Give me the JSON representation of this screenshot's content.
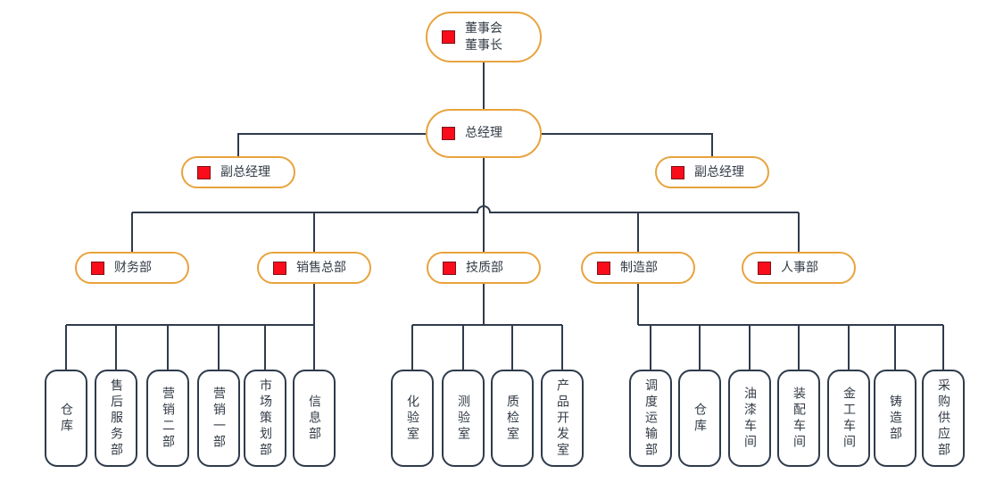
{
  "colors": {
    "node_border": "#E8A33D",
    "line": "#2F3B4C",
    "text": "#333B46",
    "icon_red": "#F90D1B",
    "icon_red_border": "#7C1218",
    "background": "#FFFFFF"
  },
  "icons": {
    "node_marker": "red-square-icon"
  },
  "org": {
    "chairman": {
      "line1": "董事会",
      "line2": "董事长"
    },
    "general_manager": "总经理",
    "deputy_left": "副总经理",
    "deputy_right": "副总经理",
    "departments": [
      "财务部",
      "销售总部",
      "技质部",
      "制造部",
      "人事部"
    ],
    "sales_children": [
      "仓库",
      "售后服务部",
      "营销二部",
      "营销一部",
      "市场策划部",
      "信息部"
    ],
    "tech_children": [
      "化验室",
      "测验室",
      "质检室",
      "产品开发室"
    ],
    "manufacturing_children": [
      "调度运输部",
      "仓库",
      "油漆车间",
      "装配车间",
      "金工车间",
      "铸造部",
      "采购供应部"
    ]
  }
}
